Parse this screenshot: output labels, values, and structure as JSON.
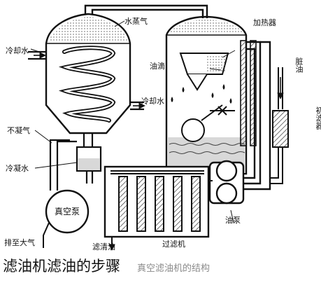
{
  "caption": "滤油机滤油的步骤",
  "caption_faint": "真空滤油机的结构",
  "labels": {
    "cooling_water_in": "冷却水",
    "water_vapor": "水蒸气",
    "heater": "加热器",
    "cooling_water_out": "冷却水",
    "dirty_oil": "脏油",
    "oil_drip": "油滴",
    "noncondensing_gas": "不凝气",
    "prefilter": "初滤器",
    "condensed_water": "冷凝水",
    "vacuum_pump": "真空泵",
    "exhaust": "排至大气",
    "clean_oil": "滤清油",
    "filter": "过滤机",
    "oil_pump": "油泵"
  },
  "colors": {
    "ink": "#1a1a1a",
    "liquid": "#d8d8d8",
    "paper": "#ffffff"
  }
}
